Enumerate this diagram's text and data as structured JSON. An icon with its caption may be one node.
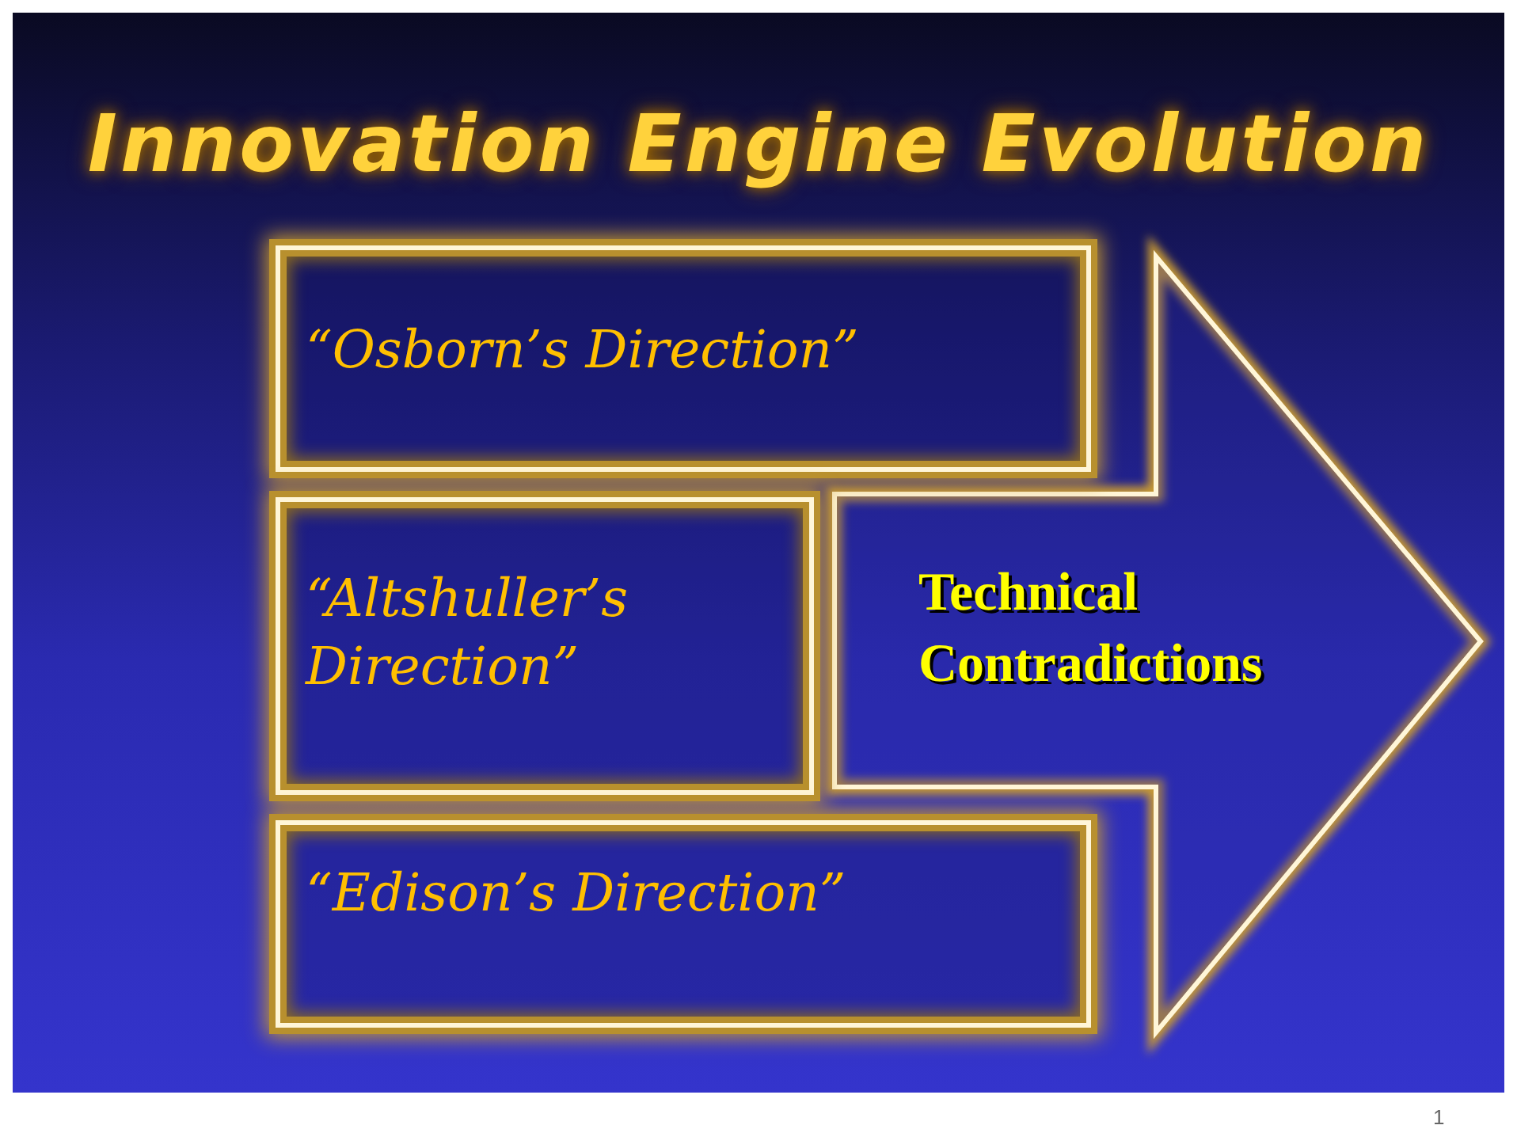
{
  "diagram": {
    "title": "Innovation Engine Evolution",
    "nodes": [
      {
        "text": [
          "Technical Contradictions"
        ]
      },
      {
        "text": [
          "“Osborn’s Direction”"
        ]
      },
      {
        "text": [
          "“Altshuller’s Direction”"
        ]
      },
      {
        "text": [
          "“Edison’s Direction”"
        ]
      }
    ],
    "labels": [
      "1"
    ]
  }
}
